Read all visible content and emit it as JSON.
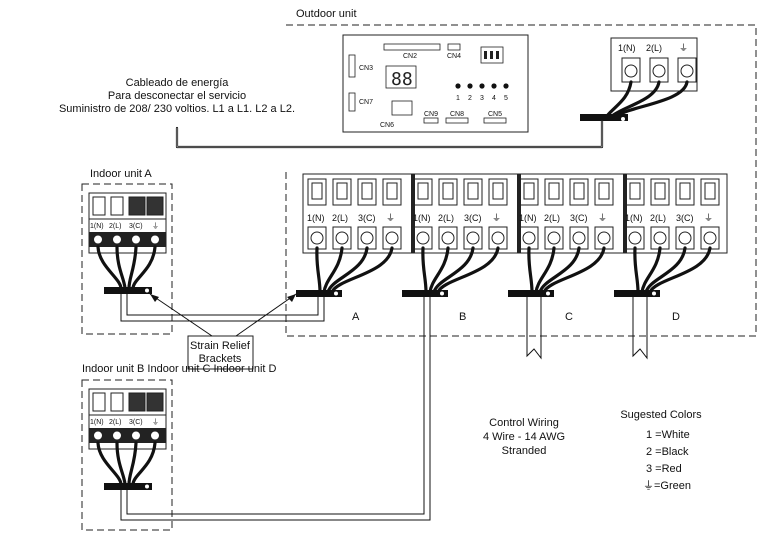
{
  "labels": {
    "outdoor_unit": "Outdoor unit",
    "indoor_unit_a": "Indoor unit A",
    "indoor_unit_bcd": "Indoor unit B Indoor unit C Indoor unit D",
    "power_wiring_1": "Cableado de energía",
    "power_wiring_2": "Para desconectar el servicio",
    "power_wiring_3": "Suministro de 208/ 230 voltios. L1 a L1. L2 a L2.",
    "strain_relief_1": "Strain Relief",
    "strain_relief_2": "Brackets",
    "branch_a": "A",
    "branch_b": "B",
    "branch_c": "C",
    "branch_d": "D",
    "control_wiring_1": "Control Wiring",
    "control_wiring_2": "4 Wire - 14 AWG",
    "control_wiring_3": "Stranded"
  },
  "pcb": {
    "cn2": "CN2",
    "cn3": "CN3",
    "cn4": "CN4",
    "cn7": "CN7",
    "cn8": "CN8",
    "cn9": "CN9",
    "cn6": "CN6",
    "cn5": "CN5",
    "led_numbers": [
      "1",
      "2",
      "3",
      "4",
      "5"
    ]
  },
  "terminals": {
    "power": [
      "1(N)",
      "2(L)",
      "⏚"
    ],
    "outdoor_branch": [
      "1(N)",
      "2(L)",
      "3(C)",
      "⏚"
    ],
    "indoor": [
      "1(N)",
      "2(L)",
      "3(C)",
      "⏚"
    ]
  },
  "colors": {
    "title": "Sugested Colors",
    "items": [
      "1 =White",
      "2 =Black",
      "3 =Red",
      "⏚=Green"
    ]
  }
}
